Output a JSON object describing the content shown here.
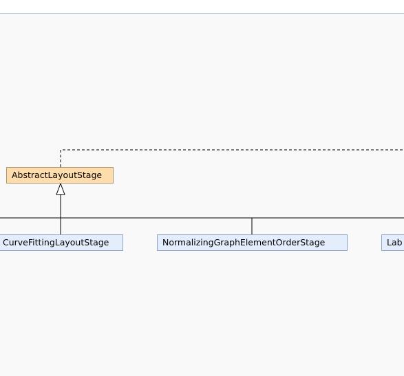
{
  "diagram": {
    "nodes": {
      "abstract_layout_stage": {
        "label": "AbstractLayoutStage",
        "kind": "abstract"
      },
      "curve_fitting_layout_stage": {
        "label": "CurveFittingLayoutStage",
        "kind": "class"
      },
      "normalizing_graph_element_order_stage": {
        "label": "NormalizingGraphElementOrderStage",
        "kind": "class"
      },
      "label_partial": {
        "label": "Lab",
        "kind": "class"
      }
    },
    "edges": [
      {
        "from": "abstract_layout_stage",
        "to": "offscreen-right",
        "style": "dashed"
      },
      {
        "from": "curve_fitting_layout_stage",
        "to": "abstract_layout_stage",
        "style": "generalization"
      },
      {
        "from": "normalizing_graph_element_order_stage",
        "to": "abstract_layout_stage",
        "style": "generalization"
      },
      {
        "from": "label_partial",
        "to": "abstract_layout_stage",
        "style": "generalization"
      }
    ],
    "colors": {
      "background": "#f9f9f9",
      "abstract_fill": "#fedcac",
      "class_fill": "#e3edfb",
      "edge": "#000000"
    }
  }
}
